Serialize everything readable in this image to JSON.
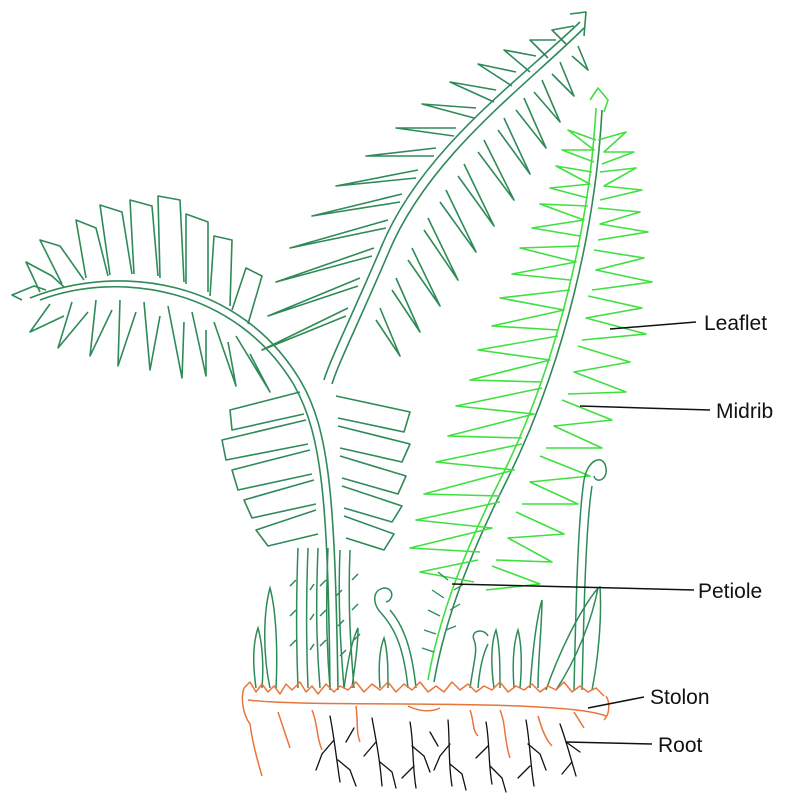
{
  "diagram": {
    "labels": {
      "leaflet": "Leaflet",
      "midrib": "Midrib",
      "petiole": "Petiole",
      "stolon": "Stolon",
      "root": "Root"
    },
    "colors": {
      "dark_frond": "#2e8b57",
      "light_frond": "#3fe03f",
      "stolon": "#e8753a",
      "root": "#111111",
      "leader_line": "#111111"
    }
  }
}
